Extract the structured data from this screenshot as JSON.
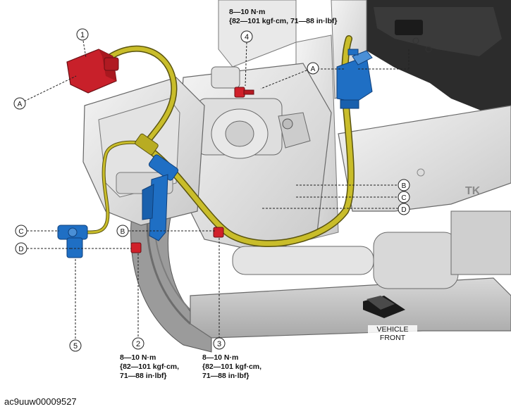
{
  "diagram": {
    "image_code": "ac9uuw00009527",
    "vehicle_front": [
      "VEHICLE",
      "FRONT"
    ],
    "part_numbers": [
      "1",
      "2",
      "3",
      "4",
      "5"
    ],
    "reference_letters": {
      "A": "A",
      "B": "B",
      "C": "C",
      "D": "D"
    },
    "torque_specs": {
      "top": [
        "8—10 N·m",
        "{82—101 kgf·cm, 71—88 in·lbf}"
      ],
      "part2": [
        "8—10 N·m",
        "{82—101 kgf·cm,",
        "71—88 in·lbf}"
      ],
      "part3": [
        "8—10 N·m",
        "{82—101 kgf·cm,",
        "71—88 in·lbf}"
      ]
    },
    "colors": {
      "harness": "#c9bd2a",
      "connector": "#c8202a",
      "bracket": "#1f6fc4",
      "bolt": "#d0202a"
    }
  }
}
